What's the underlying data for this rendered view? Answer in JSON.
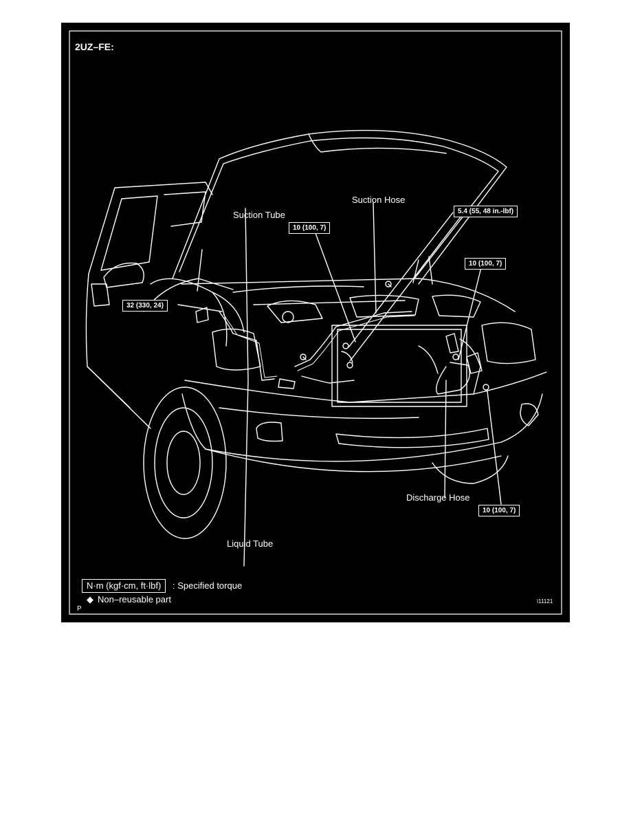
{
  "diagram": {
    "title": "2UZ–FE:",
    "labels": {
      "suction_tube": "Suction Tube",
      "suction_hose": "Suction Hose",
      "discharge_hose": "Discharge Hose",
      "liquid_tube": "Liquid Tube"
    },
    "torques": {
      "t1": "10 (100, 7)",
      "t2": "5.4 (55, 48 in.-lbf)",
      "t3": "10 (100, 7)",
      "t4": "32 (330, 24)",
      "t5": "10 (100, 7)"
    },
    "legend": {
      "unit_box": "N·m (kgf·cm, ft·lbf)",
      "unit_text": ": Specified torque",
      "nonreusable_symbol": "◆",
      "nonreusable_text": "Non–reusable part"
    },
    "corner_letter": "P",
    "figure_code": "I11121"
  }
}
